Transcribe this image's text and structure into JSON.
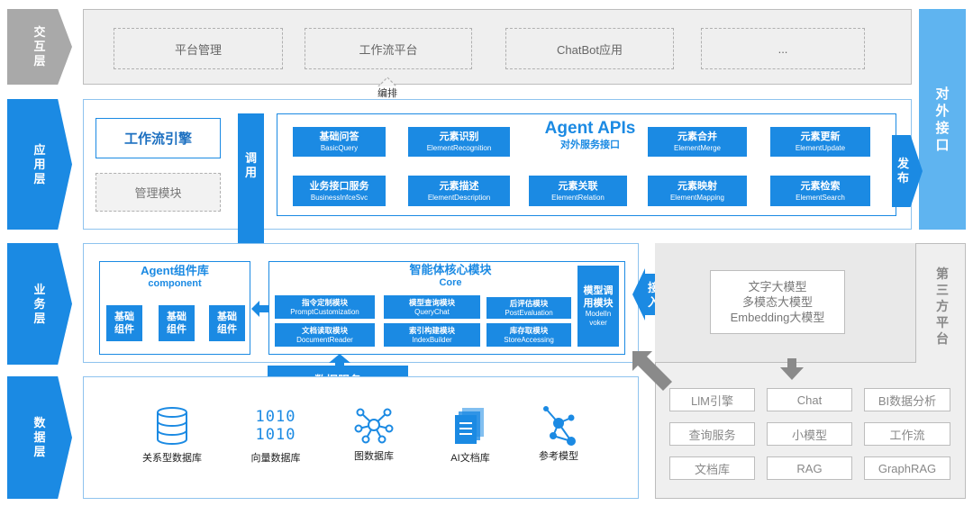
{
  "layers": {
    "interaction": "交互层",
    "application": "应用层",
    "business": "业务层",
    "data": "数据层"
  },
  "interaction": {
    "items": [
      "平台管理",
      "工作流平台",
      "ChatBot应用",
      "..."
    ],
    "orchestrate": "编排"
  },
  "external_interface": "对外接口",
  "application": {
    "workflow_engine": "工作流引擎",
    "management": "管理模块",
    "invoke": "调用",
    "publish": "发布",
    "apis_title": "Agent APIs",
    "apis_subtitle": "对外服务接口",
    "apis": [
      {
        "zh": "基础问答",
        "en": "BasicQuery"
      },
      {
        "zh": "元素识别",
        "en": "ElementRecognition"
      },
      {
        "zh": "元素合并",
        "en": "ElementMerge"
      },
      {
        "zh": "元素更新",
        "en": "ElementUpdate"
      },
      {
        "zh": "业务接口服务",
        "en": "BusinessInfceSvc"
      },
      {
        "zh": "元素描述",
        "en": "ElementDescription"
      },
      {
        "zh": "元素关联",
        "en": "ElementRelation"
      },
      {
        "zh": "元素映射",
        "en": "ElementMapping"
      },
      {
        "zh": "元素检索",
        "en": "ElementSearch"
      }
    ]
  },
  "business": {
    "component_title": "Agent组件库",
    "component_sub": "component",
    "components": [
      "基础组件",
      "基础组件",
      "基础组件"
    ],
    "core_title": "智能体核心模块",
    "core_sub": "Core",
    "core_modules": [
      {
        "zh": "指令定制模块",
        "en": "PromptCustomization"
      },
      {
        "zh": "模型查询模块",
        "en": "QueryChat"
      },
      {
        "zh": "后评估模块",
        "en": "PostEvaluation"
      },
      {
        "zh": "文档读取模块",
        "en": "DocumentReader"
      },
      {
        "zh": "索引构建模块",
        "en": "IndexBuilder"
      },
      {
        "zh": "库存取模块",
        "en": "StoreAccessing"
      }
    ],
    "model_invoker": "模型调用模块 ModelInvoker",
    "model_invoker_zh": "模型调用模块",
    "model_invoker_en1": "ModelIn",
    "model_invoker_en2": "voker",
    "access": "接入",
    "data_service": "数据服务"
  },
  "third_party": {
    "label": "第三方平台",
    "models": [
      "文字大模型",
      "多模态大模型",
      "Embedding大模型"
    ],
    "boxes": [
      "LlM引擎",
      "Chat",
      "BI数据分析",
      "查询服务",
      "小模型",
      "工作流",
      "文档库",
      "RAG",
      "GraphRAG"
    ]
  },
  "data": {
    "items": [
      {
        "label": "关系型数据库",
        "icon": "database-icon"
      },
      {
        "label": "向量数据库",
        "icon": "binary-icon"
      },
      {
        "label": "图数据库",
        "icon": "graph-icon"
      },
      {
        "label": "AI文档库",
        "icon": "document-icon"
      },
      {
        "label": "参考模型",
        "icon": "network-icon"
      }
    ]
  },
  "colors": {
    "blue": "#1b8ae3",
    "gray": "#a9a9a9",
    "light_blue": "#5fb4f0"
  }
}
